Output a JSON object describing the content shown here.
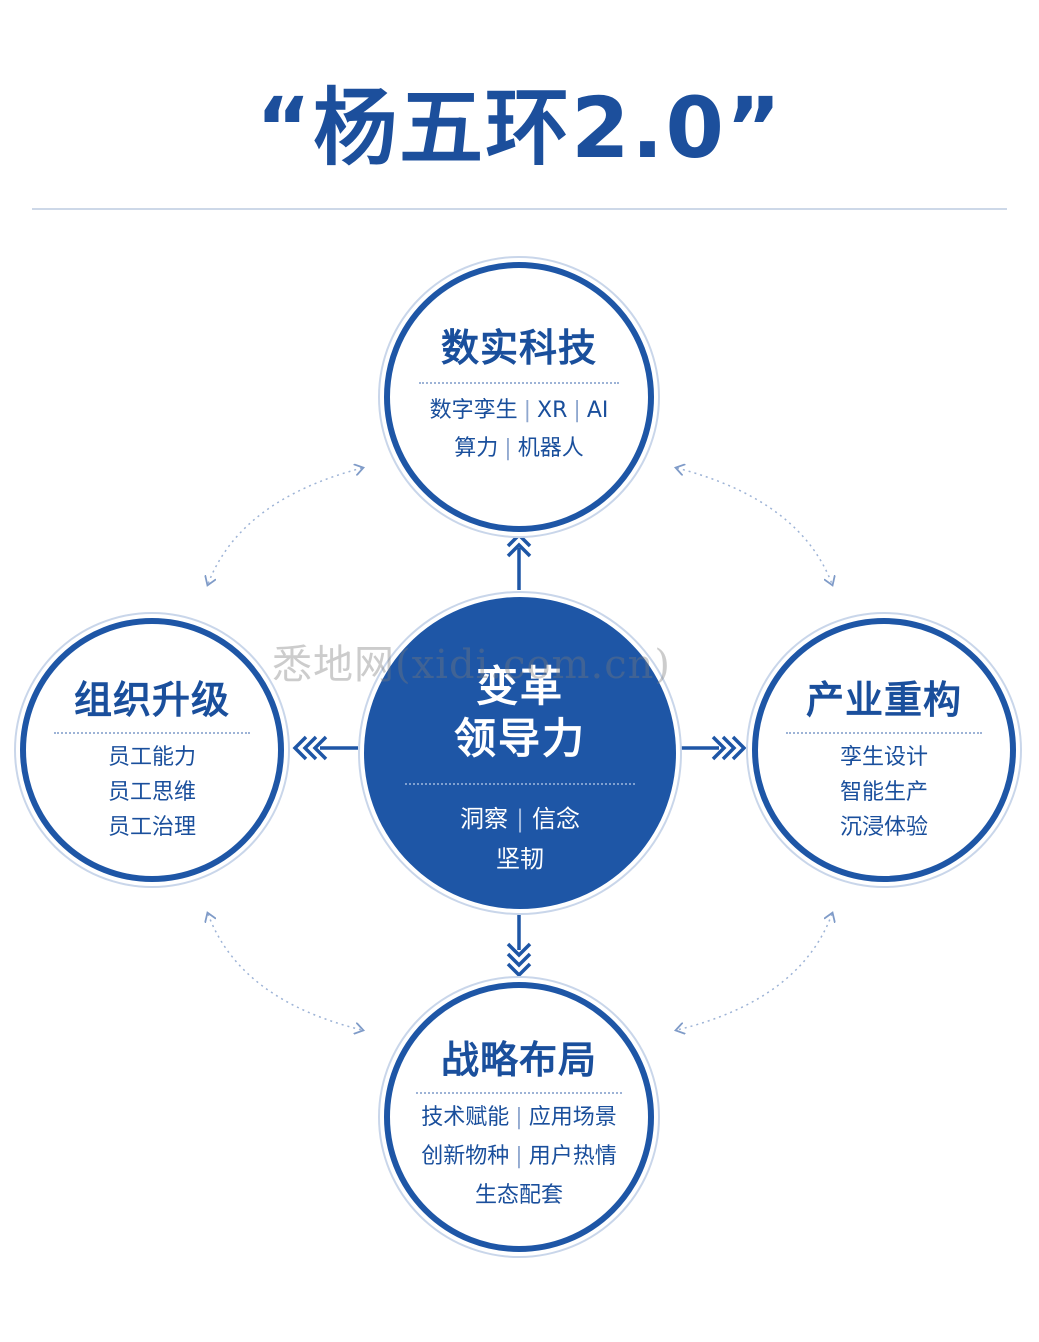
{
  "title": "“杨五环2.0”",
  "center": {
    "title_line1": "变革",
    "title_line2": "领导力",
    "item1": "洞察",
    "item2": "信念",
    "item3": "坚韧"
  },
  "top": {
    "title": "数实科技",
    "item1": "数字孪生",
    "item2": "XR",
    "item3": "AI",
    "item4": "算力",
    "item5": "机器人"
  },
  "left": {
    "title": "组织升级",
    "item1": "员工能力",
    "item2": "员工思维",
    "item3": "员工治理"
  },
  "right": {
    "title": "产业重构",
    "item1": "孪生设计",
    "item2": "智能生产",
    "item3": "沉浸体验"
  },
  "bottom": {
    "title": "战略布局",
    "item1": "技术赋能",
    "item2": "应用场景",
    "item3": "创新物种",
    "item4": "用户热情",
    "item5": "生态配套"
  },
  "separator": "|",
  "watermark": "悉地网(xidi.com.cn)",
  "colors": {
    "primary": "#1e56a6",
    "rule": "#cdd8e8",
    "connector": "#9db3d6"
  }
}
